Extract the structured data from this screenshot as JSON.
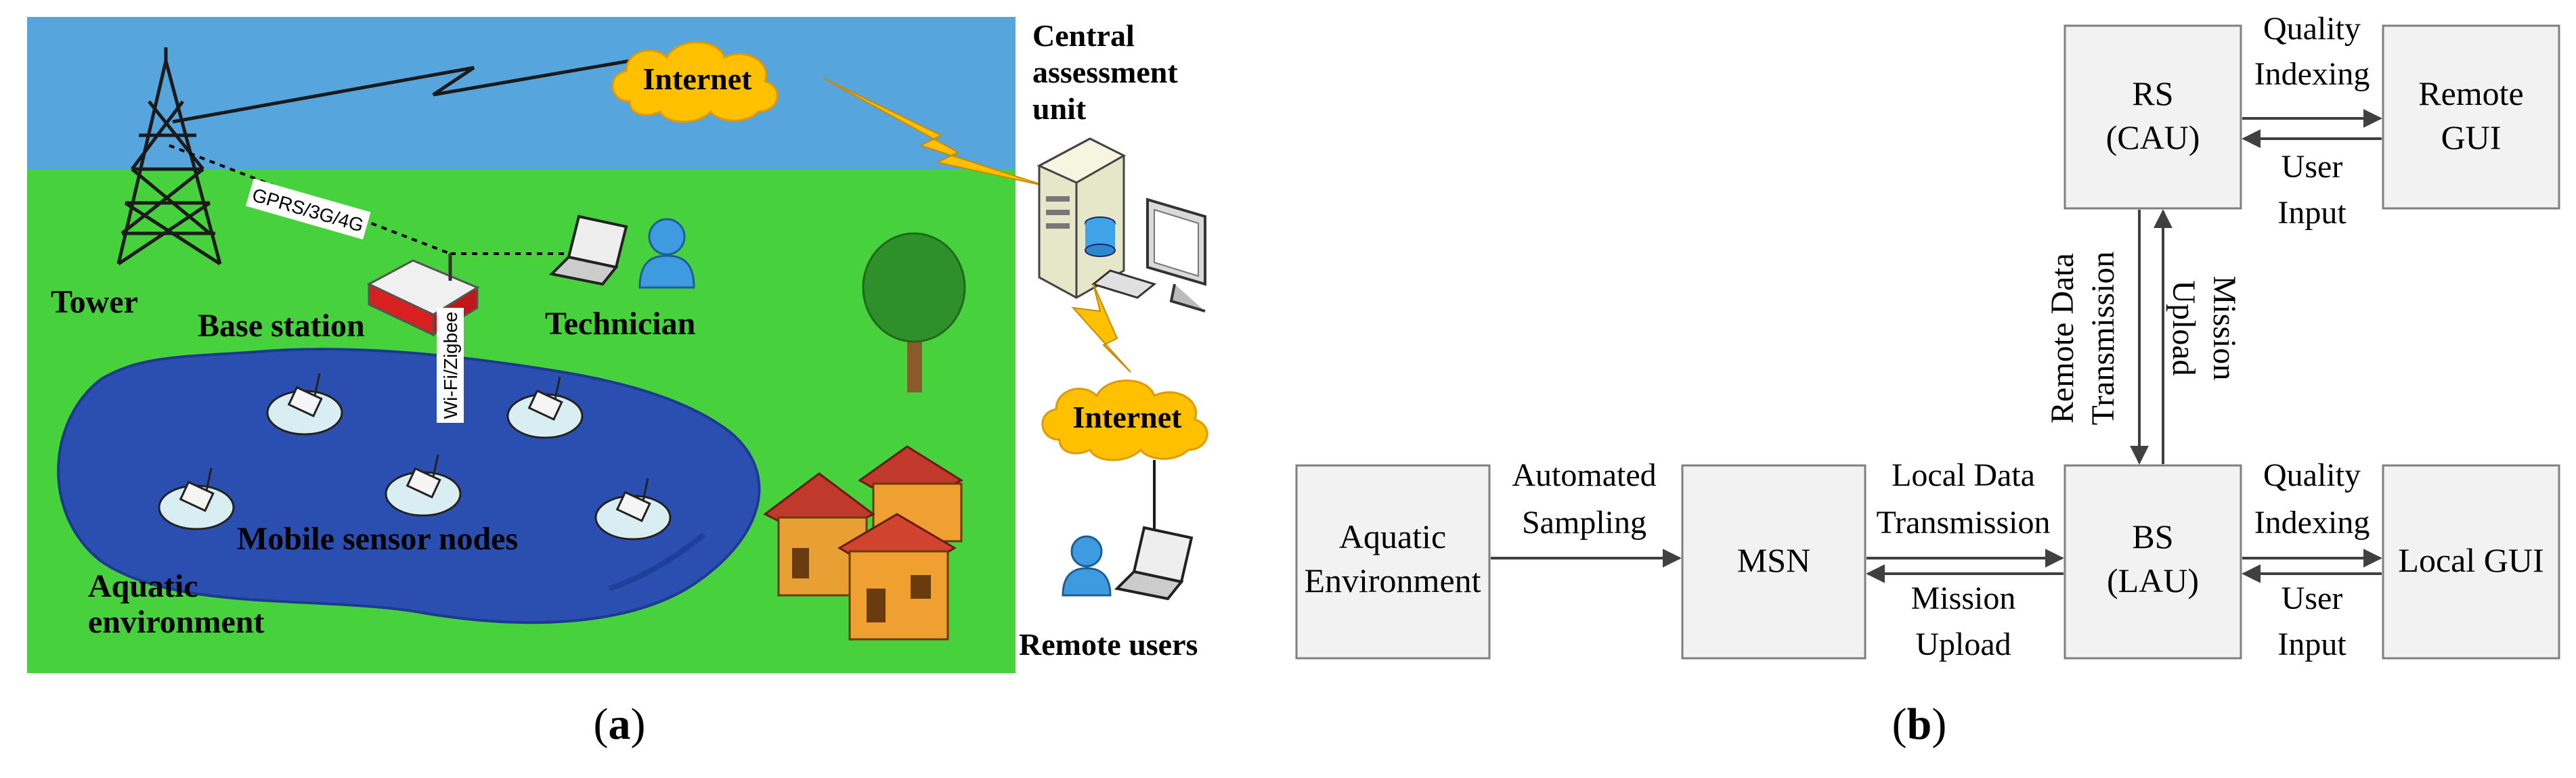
{
  "panel_a": {
    "caption_open": "(",
    "caption_letter": "a",
    "caption_close": ")",
    "labels": {
      "internet_top": "Internet",
      "central_line1": "Central",
      "central_line2": "assessment",
      "central_line3": "unit",
      "gprs": "GPRS/3G/4G",
      "tower": "Tower",
      "base_station": "Base station",
      "technician": "Technician",
      "wifi": "Wi-Fi/Zigbee",
      "internet_bottom": "Internet",
      "mobile_nodes": "Mobile sensor nodes",
      "aquatic_line1": "Aquatic",
      "aquatic_line2": "environment",
      "remote_users": "Remote users"
    },
    "colors": {
      "sky": "#56a5dc",
      "grass": "#47d13c",
      "lake": "#2b4fb0",
      "cloud": "#ffc000",
      "lightning": "#ffc000"
    }
  },
  "panel_b": {
    "caption_open": "(",
    "caption_letter": "b",
    "caption_close": ")",
    "boxes": {
      "rs_line1": "RS",
      "rs_line2": "(CAU)",
      "remote_gui_line1": "Remote",
      "remote_gui_line2": "GUI",
      "aquatic_line1": "Aquatic",
      "aquatic_line2": "Environment",
      "msn": "MSN",
      "bs_line1": "BS",
      "bs_line2": "(LAU)",
      "local_gui": "Local GUI"
    },
    "edges": {
      "quality_top_1": "Quality",
      "quality_top_2": "Indexing",
      "user_top_1": "User",
      "user_top_2": "Input",
      "remote_data_1": "Remote Data",
      "remote_data_2": "Transmission",
      "mission_vert_1": "Mission",
      "mission_vert_2": "Upload",
      "automated_1": "Automated",
      "automated_2": "Sampling",
      "local_data_1": "Local Data",
      "local_data_2": "Transmission",
      "mission_horiz_1": "Mission",
      "mission_horiz_2": "Upload",
      "quality_bottom_1": "Quality",
      "quality_bottom_2": "Indexing",
      "user_bottom_1": "User",
      "user_bottom_2": "Input"
    }
  }
}
